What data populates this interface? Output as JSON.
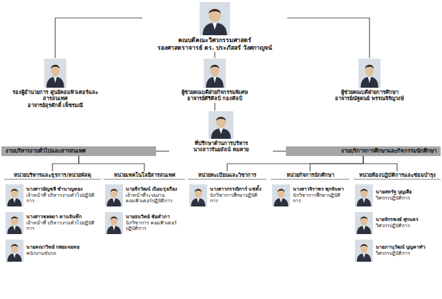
{
  "diagram": {
    "nodes": [
      {
        "text": [
          "คณบดีคณะวิศวกรรมศาสตร์",
          "รองศาสตราจารย์ ดร. ประภัสสร์ วังศกาญจน์"
        ]
      },
      {
        "text": [
          "รองผู้อำนวยการ ศูนย์คอมพิวเตอร์และสารสนเทศ",
          "อาจารย์สุรศักดิ์ เพ็ชรมณี"
        ]
      },
      {
        "text": [
          "ผู้ช่วยคณบดีฝ่ายกิจกรรมพิเศษ",
          "อาจารย์ศิริศิลป์ กองศิลป์"
        ]
      },
      {
        "text": [
          "ผู้ช่วยคณบดีฝ่ายการศึกษา",
          "อาจารย์ณัฐดนย์ พรรณจิรัญวงษ์"
        ]
      },
      {
        "text": [
          "ที่ปรึกษาด้านการบริหาร",
          "นางสาวรันยลัลน์ คมคาย"
        ]
      },
      {
        "text": [
          "งานบริหารงานทั่วไปและสารสนเทศ"
        ]
      },
      {
        "text": [
          "งานบริการการศึกษาและกิจกรรมนักศึกษา"
        ]
      },
      {
        "text": [
          "หน่วยบริหารและธุรการ/หน่วยพัสดุ"
        ]
      },
      {
        "text": [
          "หน่วยเทคโนโลยีสารสนเทศ"
        ]
      },
      {
        "text": [
          "หน่วยทะเบียนและวิชาการ"
        ]
      },
      {
        "text": [
          "หน่วยกิจการนักศึกษา"
        ]
      },
      {
        "text": [
          "หน่วยห้องปฏิบัติการและซ่อมบำรุง"
        ]
      },
      {
        "text": [
          "นางสาวอัญชลี ชำนาญทอง",
          "เจ้าหน้าที่ บริหารงานทั่วไปปฏิบัติการ"
        ]
      },
      {
        "text": [
          "นางสาวชลลดา คานจันทึก",
          "เจ้าหน้าที่ บริหารงานทั่วไปปฏิบัติการ"
        ]
      },
      {
        "text": [
          "นายคณาวิทย์ กล่อมจอหอ",
          "พนักงานขับรถ"
        ]
      },
      {
        "text": [
          "นายจีรวัฒน์ เนียมรุ่งเรือง",
          "เจ้าหน้าที่ระบบงาน คอมพิวเตอร์ปฏิบัติการ"
        ]
      },
      {
        "text": [
          "นายธนวิทย์ ชัยคำภา",
          "นักวิชาการ คอมพิวเตอร์ปฏิบัติการ"
        ]
      },
      {
        "text": [
          "นางสาวกรรณิการ์ แซ่ตั้ง",
          "นักวิชาการศึกษาปฏิบัติการ"
        ]
      },
      {
        "text": [
          "นางสาวจิราพร พุกจันทา",
          "นักวิชาการศึกษาปฏิบัติการ"
        ]
      },
      {
        "text": [
          "นายสหรัฐ บุญเสือ",
          "วิศวกรปฏิบัติการ"
        ]
      },
      {
        "text": [
          "นายจักรพงษ์ ศุกนคร",
          "วิศวกรปฏิบัติการ"
        ]
      },
      {
        "text": [
          "นายภานุวัฒน์ บุญคาทัว",
          "วิศวกรปฏิบัติการ"
        ]
      }
    ],
    "edges": [
      {
        "from": 0,
        "to": 1,
        "arrow": "none"
      },
      {
        "from": 0,
        "to": 2,
        "arrow": "none"
      },
      {
        "from": 0,
        "to": 3,
        "arrow": "none"
      },
      {
        "from": 2,
        "to": 4,
        "arrow": "none"
      },
      {
        "from": 4,
        "to": 5,
        "arrow": "none"
      },
      {
        "from": 4,
        "to": 6,
        "arrow": "none"
      },
      {
        "from": 5,
        "to": 7,
        "arrow": "none"
      },
      {
        "from": 5,
        "to": 8,
        "arrow": "none"
      },
      {
        "from": 6,
        "to": 9,
        "arrow": "none"
      },
      {
        "from": 6,
        "to": 10,
        "arrow": "none"
      },
      {
        "from": 6,
        "to": 11,
        "arrow": "none"
      }
    ]
  }
}
